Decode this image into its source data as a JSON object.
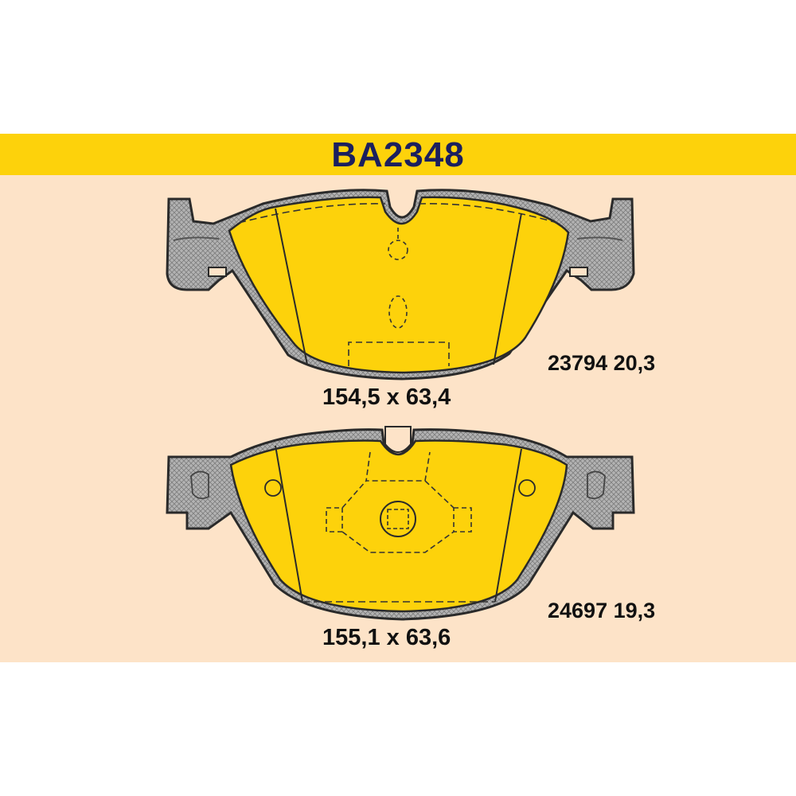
{
  "header": {
    "title": "BA2348"
  },
  "pads": [
    {
      "dimensions": "154,5 x 63,4",
      "code": "23794 20,3"
    },
    {
      "dimensions": "155,1 x 63,6",
      "code": "24697 19,3"
    }
  ],
  "colors": {
    "header_bar": "#fdd20b",
    "title_text": "#1b1f5e",
    "background_panel": "#fde3c8",
    "friction_material": "#fdd20b",
    "backing_plate": "#a8a8a8"
  }
}
